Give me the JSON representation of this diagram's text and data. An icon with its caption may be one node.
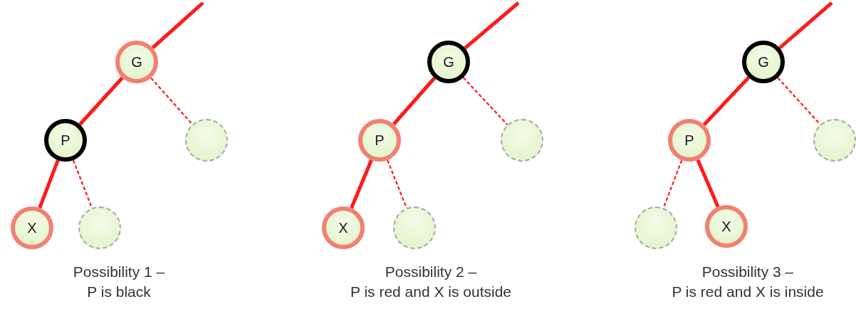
{
  "diagram": {
    "nodes": [
      {
        "text": [
          "G"
        ]
      },
      {
        "text": [
          "P"
        ]
      },
      {
        "text": [],
        "shape": "circle"
      },
      {
        "text": [
          "X"
        ]
      },
      {
        "text": [],
        "shape": "circle"
      },
      {
        "text": [
          "G"
        ]
      },
      {
        "text": [
          "P"
        ]
      },
      {
        "text": [],
        "shape": "circle"
      },
      {
        "text": [
          "X"
        ]
      },
      {
        "text": [],
        "shape": "circle"
      },
      {
        "text": [
          "G"
        ]
      },
      {
        "text": [
          "P"
        ]
      },
      {
        "text": [],
        "shape": "circle"
      },
      {
        "text": [],
        "shape": "circle"
      },
      {
        "text": [
          "X"
        ]
      }
    ],
    "edges": [
      {
        "from": null,
        "to": 0,
        "arrow": "none"
      },
      {
        "from": 0,
        "to": 1,
        "arrow": "none"
      },
      {
        "from": 0,
        "to": 2,
        "arrow": "none",
        "style": "dashed"
      },
      {
        "from": 1,
        "to": 3,
        "arrow": "none"
      },
      {
        "from": 1,
        "to": 4,
        "arrow": "none",
        "style": "dashed"
      },
      {
        "from": null,
        "to": 5,
        "arrow": "none"
      },
      {
        "from": 5,
        "to": 6,
        "arrow": "none"
      },
      {
        "from": 5,
        "to": 7,
        "arrow": "none",
        "style": "dashed"
      },
      {
        "from": 6,
        "to": 8,
        "arrow": "none"
      },
      {
        "from": 6,
        "to": 9,
        "arrow": "none",
        "style": "dashed"
      },
      {
        "from": null,
        "to": 10,
        "arrow": "none"
      },
      {
        "from": 10,
        "to": 11,
        "arrow": "none"
      },
      {
        "from": 10,
        "to": 12,
        "arrow": "none",
        "style": "dashed"
      },
      {
        "from": 11,
        "to": 13,
        "arrow": "none",
        "style": "dashed"
      },
      {
        "from": 11,
        "to": 14,
        "arrow": "none"
      }
    ],
    "labels": [
      "Possibility 1 – P is black",
      "Possibility 2 – P is red and X is outside",
      "Possibility 3 – P is red and X is inside"
    ]
  }
}
